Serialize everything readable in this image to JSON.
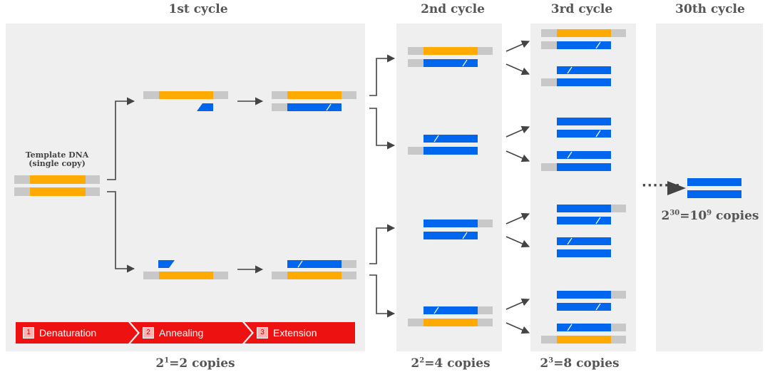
{
  "titles": {
    "cycle1": "1st cycle",
    "cycle2": "2nd cycle",
    "cycle3": "3rd cycle",
    "cycle30": "30th cycle"
  },
  "template_label": {
    "line1": "Template DNA",
    "line2": "(single copy)"
  },
  "steps": [
    {
      "num": "1",
      "label": "Denaturation"
    },
    {
      "num": "2",
      "label": "Annealing"
    },
    {
      "num": "3",
      "label": "Extension"
    }
  ],
  "counts": {
    "c1_base": "2",
    "c1_exp": "1",
    "c1_rest": "=2 copies",
    "c2_base": "2",
    "c2_exp": "2",
    "c2_rest": "=4 copies",
    "c3_base": "2",
    "c3_exp": "3",
    "c3_rest": "=8 copies",
    "c30_base": "2",
    "c30_exp": "30",
    "c30_mid": "=10",
    "c30_exp2": "9",
    "c30_rest": " copies"
  },
  "ellipsis": "·······",
  "colors": {
    "template_strand": "#FFAA00",
    "copy_strand": "#0066EE",
    "primer_tail": "#C8C8C8",
    "step_banner": "#EE1111",
    "panel": "#EFEFEF",
    "arrow": "#444444"
  }
}
